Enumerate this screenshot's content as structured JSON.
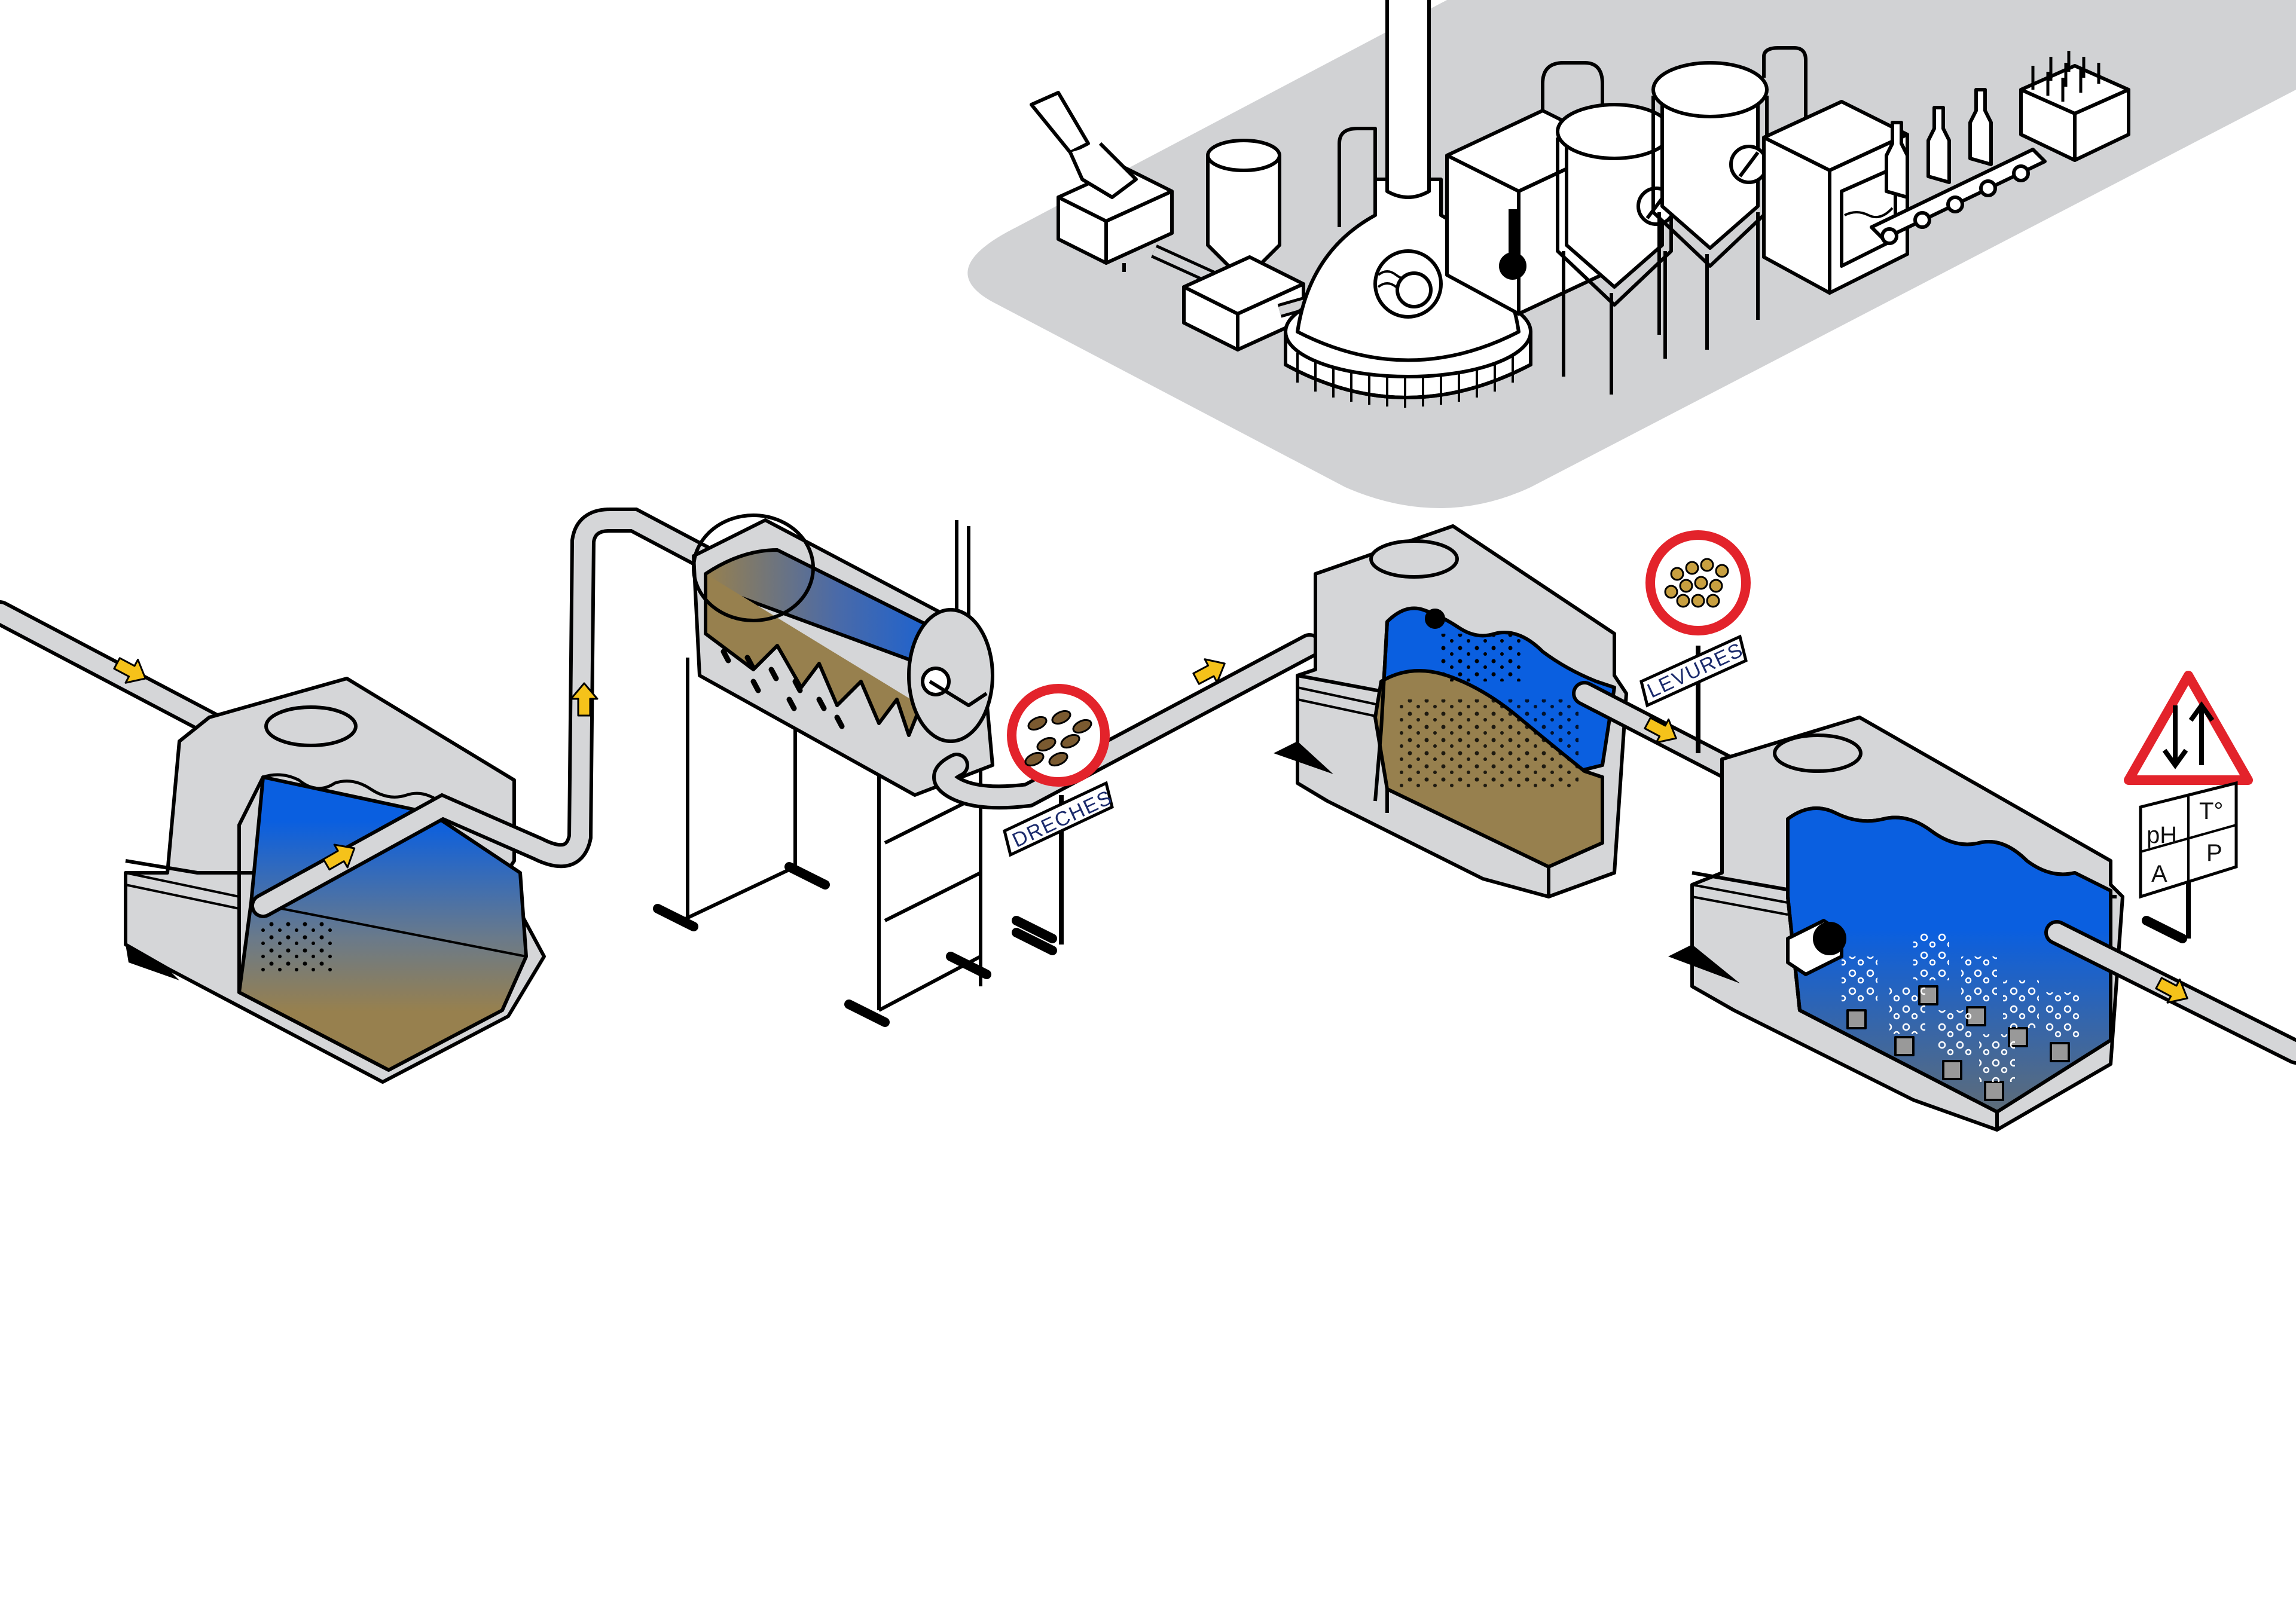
{
  "labels": {
    "dreches": "DRECHES",
    "levures": "LEVURES",
    "ph": "pH",
    "temperature": "T°",
    "a": "A",
    "p": "P"
  },
  "colors": {
    "water": "#0a5fe0",
    "sludge": "#97804e",
    "platform": "#d1d2d4",
    "tank": "#d5d6d8",
    "line": "#000000",
    "arrow": "#f5c21a",
    "sign_red": "#e3232b",
    "text_navy": "#1a2a6c"
  },
  "icons": [
    "flow-arrow-icon",
    "double-arrow-warning-icon",
    "thermometer-icon",
    "grain-icon",
    "yeast-icon",
    "bottle-icon"
  ]
}
